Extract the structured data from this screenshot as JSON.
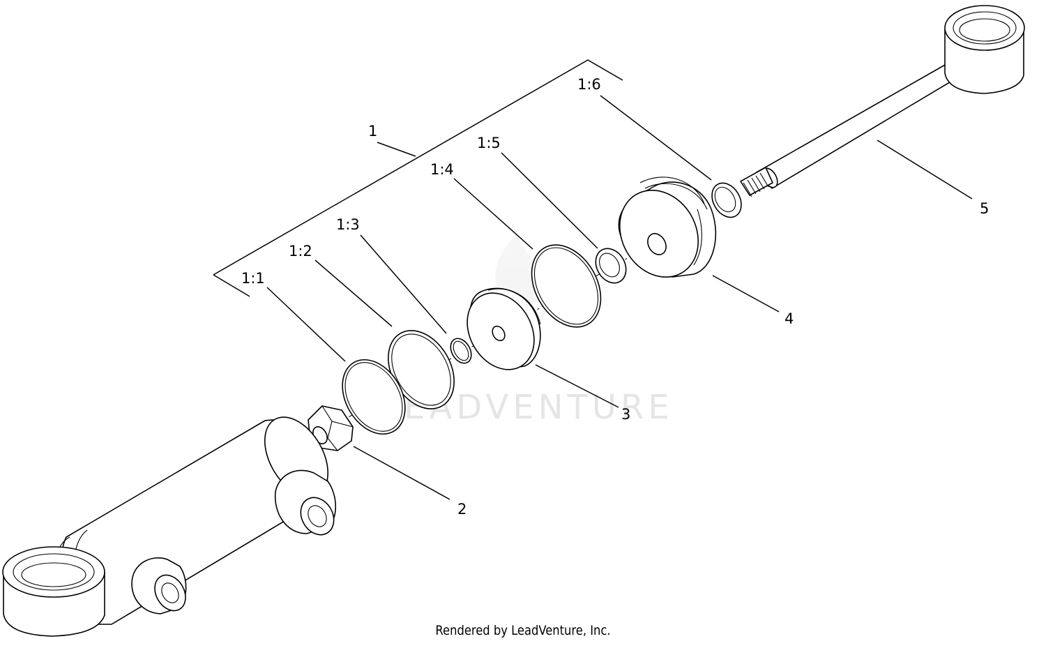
{
  "callouts": {
    "c1": "1",
    "c1_1": "1:1",
    "c1_2": "1:2",
    "c1_3": "1:3",
    "c1_4": "1:4",
    "c1_5": "1:5",
    "c1_6": "1:6",
    "c2": "2",
    "c3": "3",
    "c4": "4",
    "c5": "5"
  },
  "watermark": "LEADVENTURE",
  "footer": {
    "credit": "Rendered by LeadVenture, Inc."
  }
}
